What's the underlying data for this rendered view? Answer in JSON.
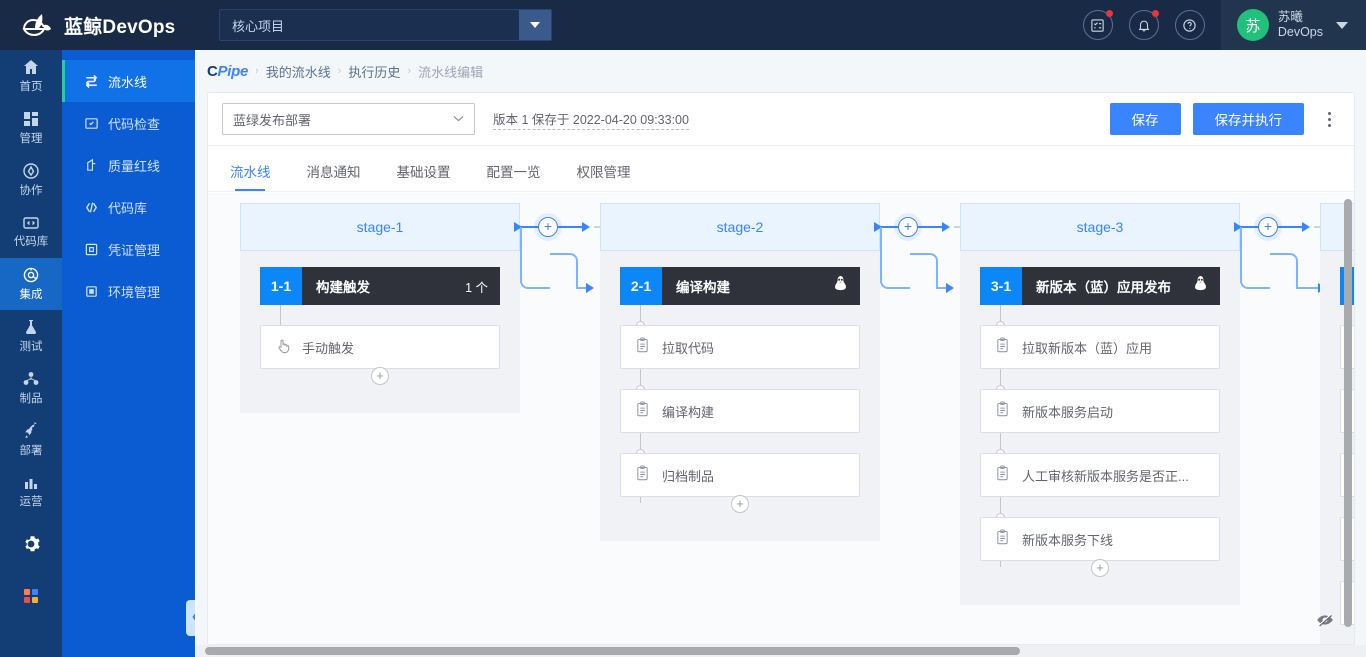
{
  "header": {
    "brand": "蓝鲸DevOps",
    "logo_icon": "whale-logo-icon",
    "project_selector": {
      "value": "核心项目",
      "caret_icon": "chevron-down-icon"
    },
    "icons": [
      {
        "name": "tasks-icon",
        "badge": true
      },
      {
        "name": "bell-icon",
        "badge": true
      },
      {
        "name": "help-icon",
        "badge": false
      }
    ],
    "user": {
      "avatar_initial": "苏",
      "name": "苏曦",
      "org": "DevOps",
      "caret_icon": "chevron-down-icon"
    }
  },
  "rail": {
    "items": [
      {
        "label": "首页",
        "icon": "home-icon",
        "active": false
      },
      {
        "label": "管理",
        "icon": "dashboard-icon",
        "active": false
      },
      {
        "label": "协作",
        "icon": "collaboration-icon",
        "active": false
      },
      {
        "label": "代码库",
        "icon": "code-repo-icon",
        "active": false
      },
      {
        "label": "集成",
        "icon": "integration-icon",
        "active": true
      },
      {
        "label": "测试",
        "icon": "flask-icon",
        "active": false
      },
      {
        "label": "制品",
        "icon": "artifact-icon",
        "active": false
      },
      {
        "label": "部署",
        "icon": "rocket-icon",
        "active": false
      },
      {
        "label": "运营",
        "icon": "chart-bar-icon",
        "active": false
      }
    ],
    "footer_icons": [
      {
        "name": "gear-icon"
      },
      {
        "name": "apps-grid-icon"
      }
    ]
  },
  "sidebar": {
    "items": [
      {
        "label": "流水线",
        "icon": "pipeline-icon",
        "active": true
      },
      {
        "label": "代码检查",
        "icon": "code-check-icon",
        "active": false
      },
      {
        "label": "质量红线",
        "icon": "quality-gate-icon",
        "active": false
      },
      {
        "label": "代码库",
        "icon": "code-library-icon",
        "active": false
      },
      {
        "label": "凭证管理",
        "icon": "credential-icon",
        "active": false
      },
      {
        "label": "环境管理",
        "icon": "environment-icon",
        "active": false
      }
    ],
    "collapse_icon": "chevron-left-icon"
  },
  "breadcrumb": {
    "logo_left": "C",
    "logo_right": "Pipe",
    "items": [
      "我的流水线",
      "执行历史",
      "流水线编辑"
    ],
    "separator": "›"
  },
  "panel": {
    "pipeline_select": {
      "value": "蓝绿发布部署",
      "chevron_icon": "chevron-down-icon"
    },
    "save_info": "版本 1 保存于 2022-04-20 09:33:00",
    "save_button": "保存",
    "save_run_button": "保存并执行",
    "more_icon": "kebab-menu-icon",
    "tabs": [
      {
        "label": "流水线",
        "active": true
      },
      {
        "label": "消息通知",
        "active": false
      },
      {
        "label": "基础设置",
        "active": false
      },
      {
        "label": "配置一览",
        "active": false
      },
      {
        "label": "权限管理",
        "active": false
      }
    ]
  },
  "canvas": {
    "hide_icon": "eye-slash-icon",
    "add_stage_label": "+",
    "add_task_label": "+",
    "stages": [
      {
        "title": "stage-1",
        "job": {
          "index": "1-1",
          "name": "构建触发",
          "count": "1 个",
          "os_icon": null
        },
        "tasks": [
          {
            "label": "手动触发",
            "icon": "manual-trigger-icon"
          }
        ]
      },
      {
        "title": "stage-2",
        "job": {
          "index": "2-1",
          "name": "编译构建",
          "count": null,
          "os_icon": "linux-penguin-icon"
        },
        "tasks": [
          {
            "label": "拉取代码",
            "icon": "clipboard-icon"
          },
          {
            "label": "编译构建",
            "icon": "clipboard-icon"
          },
          {
            "label": "归档制品",
            "icon": "clipboard-icon"
          }
        ]
      },
      {
        "title": "stage-3",
        "job": {
          "index": "3-1",
          "name": "新版本（蓝）应用发布",
          "count": null,
          "os_icon": "linux-penguin-icon"
        },
        "tasks": [
          {
            "label": "拉取新版本（蓝）应用",
            "icon": "clipboard-icon"
          },
          {
            "label": "新版本服务启动",
            "icon": "clipboard-icon"
          },
          {
            "label": "人工审核新版本服务是否正...",
            "icon": "clipboard-icon"
          },
          {
            "label": "新版本服务下线",
            "icon": "clipboard-icon"
          }
        ]
      },
      {
        "title": "",
        "job": {
          "index": "",
          "name": "",
          "count": null,
          "os_icon": null
        },
        "tasks": [
          {
            "label": "",
            "icon": "clipboard-icon"
          },
          {
            "label": "",
            "icon": "clipboard-icon"
          },
          {
            "label": "",
            "icon": "clipboard-icon"
          },
          {
            "label": "",
            "icon": "clipboard-icon"
          },
          {
            "label": "",
            "icon": "clipboard-icon"
          }
        ]
      }
    ]
  },
  "colors": {
    "brand_dark": "#182a46",
    "rail_blue": "#133d75",
    "sidebar_blue": "#0b5bd3",
    "accent": "#3a84ff",
    "job_bar": "#2f323b",
    "job_index": "#0c87f7",
    "avatar_green": "#21c17c",
    "active_marker": "#2dcb96"
  }
}
